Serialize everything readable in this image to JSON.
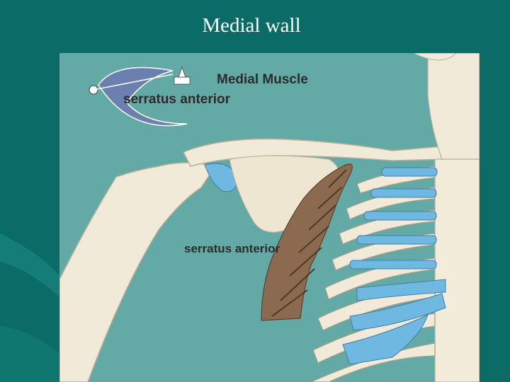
{
  "slide": {
    "title": "Medial wall"
  },
  "figure": {
    "label_title": "Medial Muscle",
    "label_sub": "serratus anterior",
    "label_body": "serratus anterior",
    "colors": {
      "background": "#0b6b66",
      "figure_bg": "#63a9a6",
      "bone": "#f1ead8",
      "cartilage": "#6fb8e2",
      "muscle": "#8b6a4f"
    },
    "icons": [
      "muscle-icon"
    ]
  }
}
